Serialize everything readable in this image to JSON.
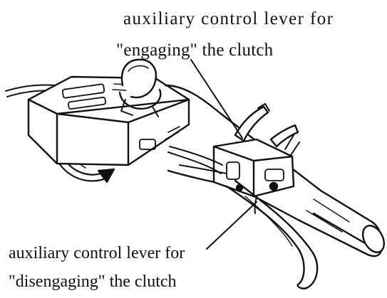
{
  "labels": {
    "top_line1": "auxiliary control lever for",
    "top_line2": "\"engaging\" the clutch",
    "bottom_line1": "auxiliary control lever for",
    "bottom_line2": "\"disengaging\" the clutch"
  },
  "colors": {
    "ink": "#111111",
    "background": "#ffffff"
  }
}
